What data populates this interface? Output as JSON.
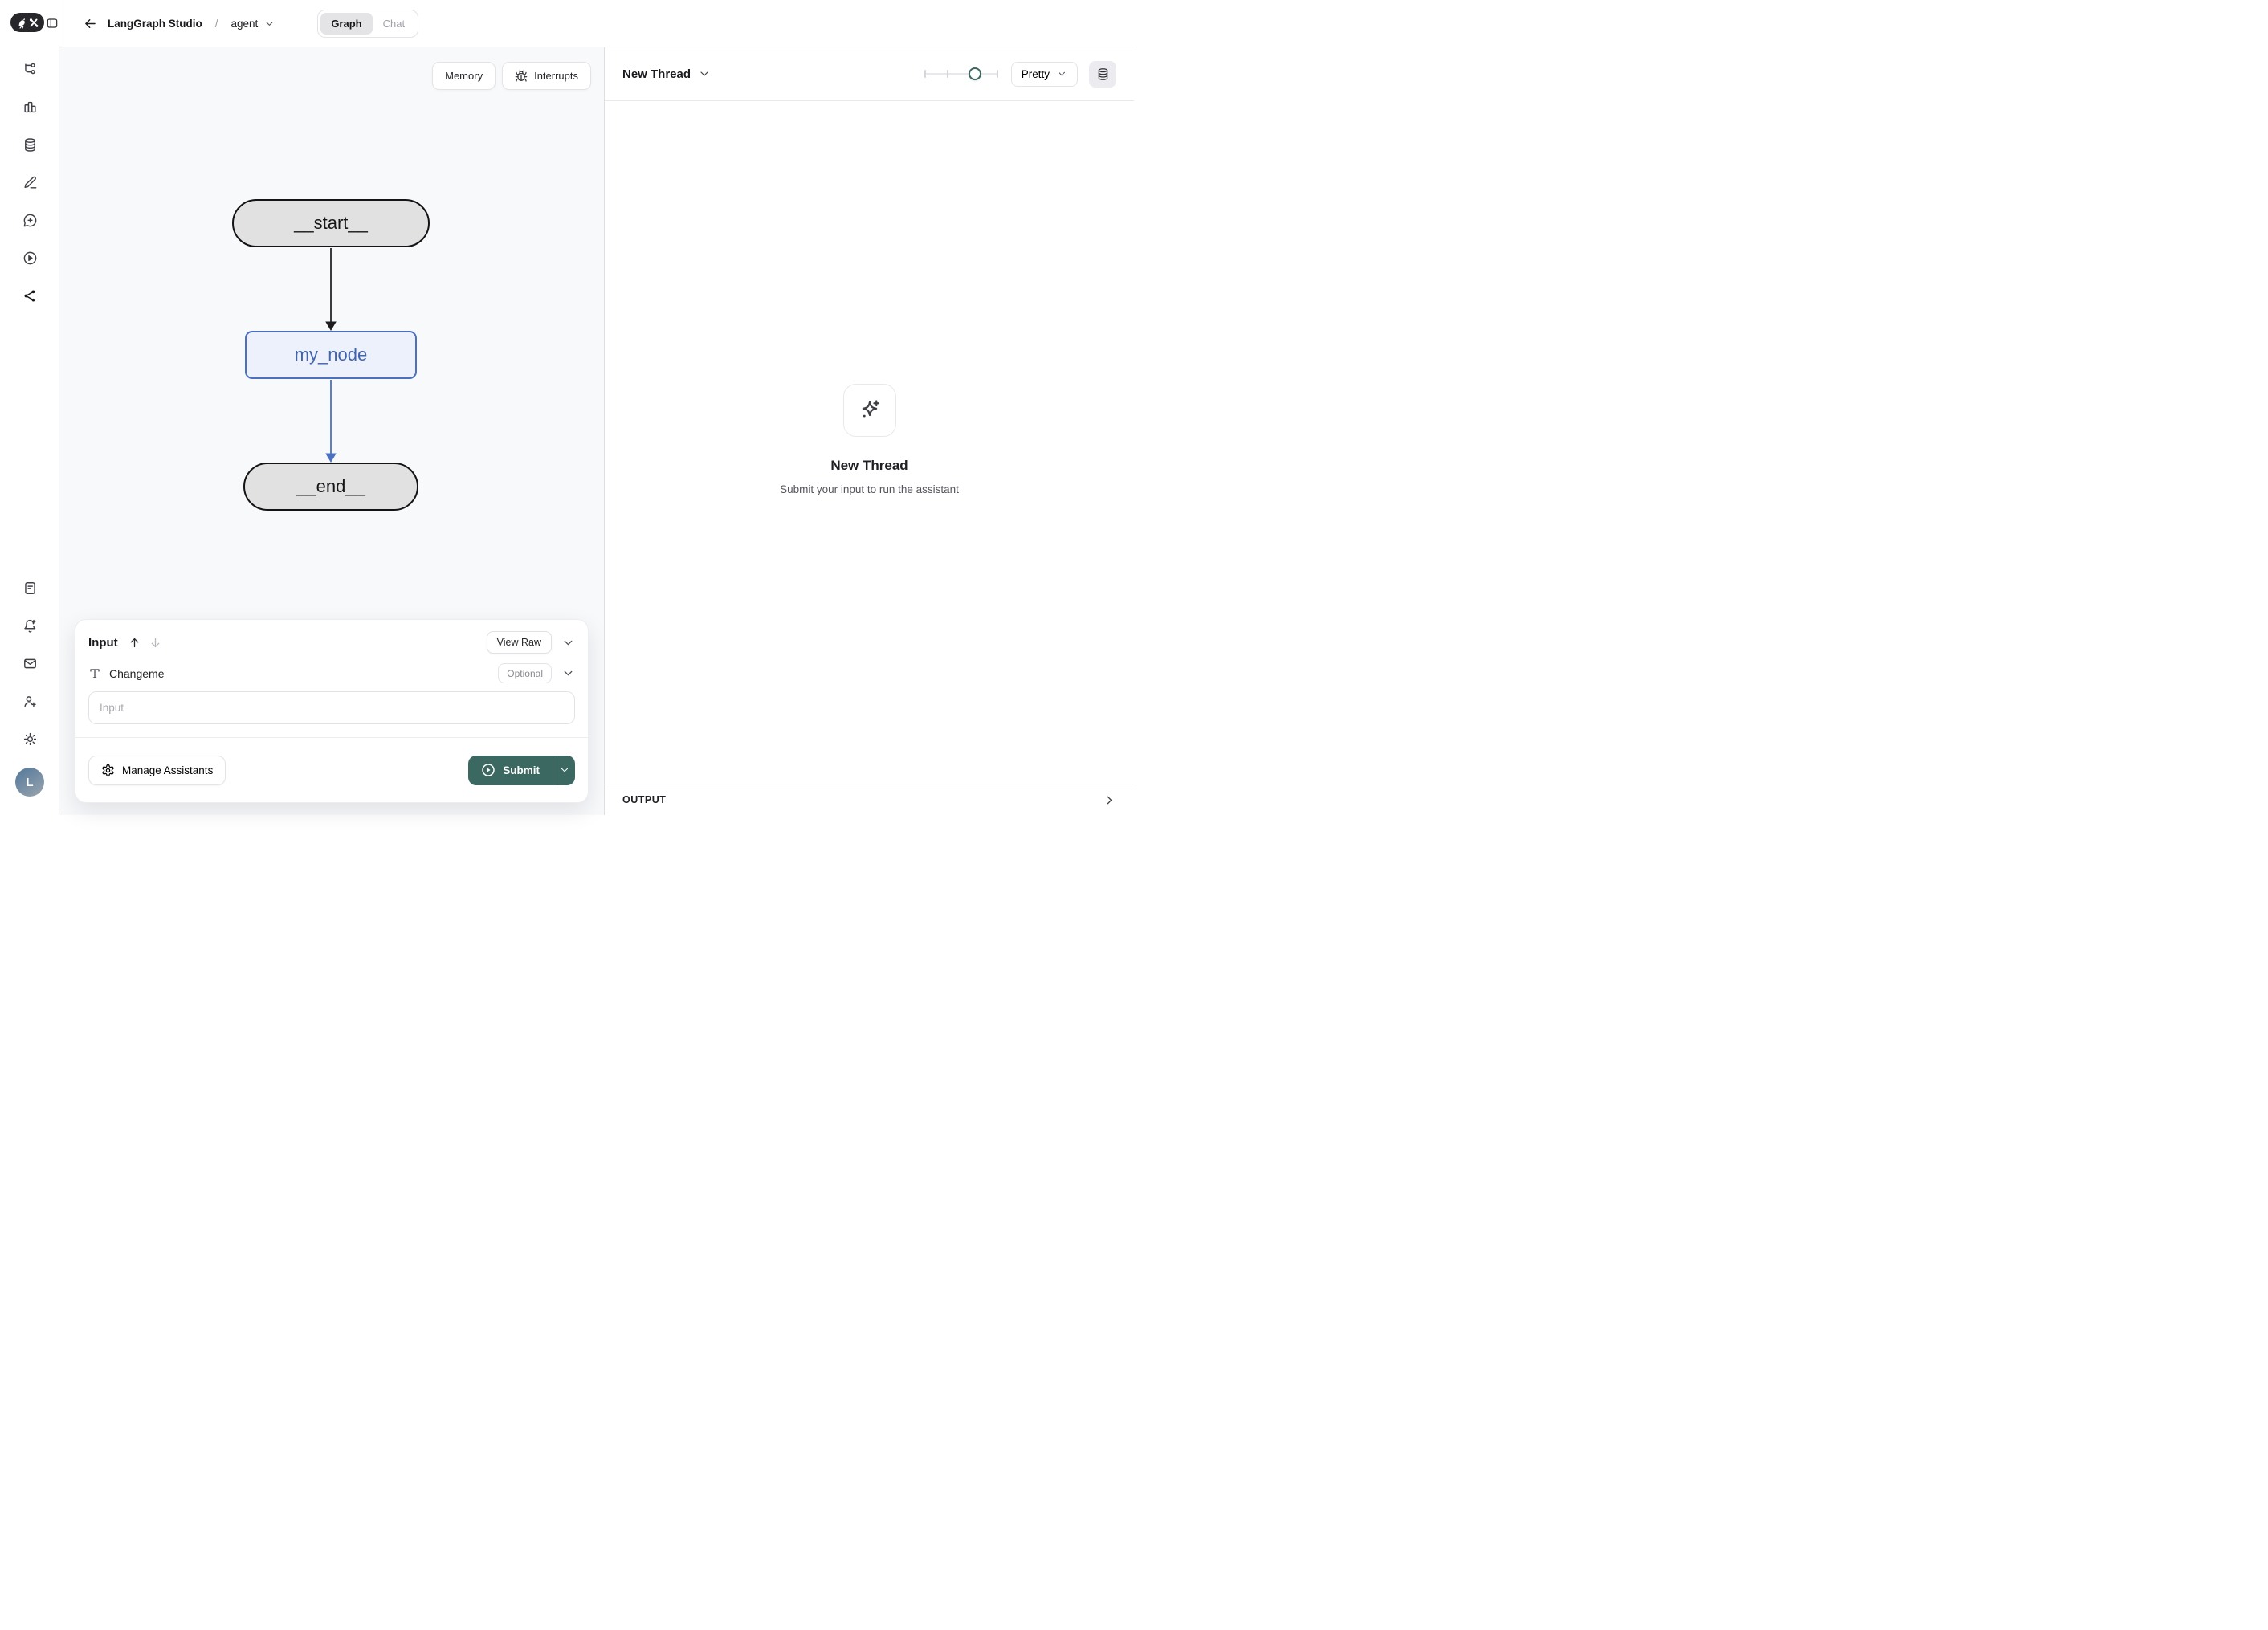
{
  "app": {
    "title": "LangGraph Studio",
    "breadcrumb_separator": "/",
    "graph_selector": "agent",
    "tabs": {
      "graph": "Graph",
      "chat": "Chat"
    }
  },
  "canvas": {
    "memory_button": "Memory",
    "interrupts_button": "Interrupts",
    "nodes": {
      "start": "__start__",
      "middle": "my_node",
      "end": "__end__"
    }
  },
  "thread": {
    "header": "New Thread",
    "render_mode": "Pretty",
    "empty_title": "New Thread",
    "empty_subtitle": "Submit your input to run the assistant",
    "output_label": "OUTPUT"
  },
  "input_panel": {
    "title": "Input",
    "view_raw": "View Raw",
    "field_label": "Changeme",
    "field_badge": "Optional",
    "field_placeholder": "Input",
    "manage_assistants": "Manage Assistants",
    "submit": "Submit"
  },
  "sidebar": {
    "avatar_initial": "L"
  },
  "colors": {
    "accent_teal": "#3c6862",
    "node_blue_border": "#4c70c0",
    "node_blue_bg": "#edf1fb",
    "node_gray_bg": "#e1e1e1",
    "canvas_bg": "#f8f9fb"
  }
}
